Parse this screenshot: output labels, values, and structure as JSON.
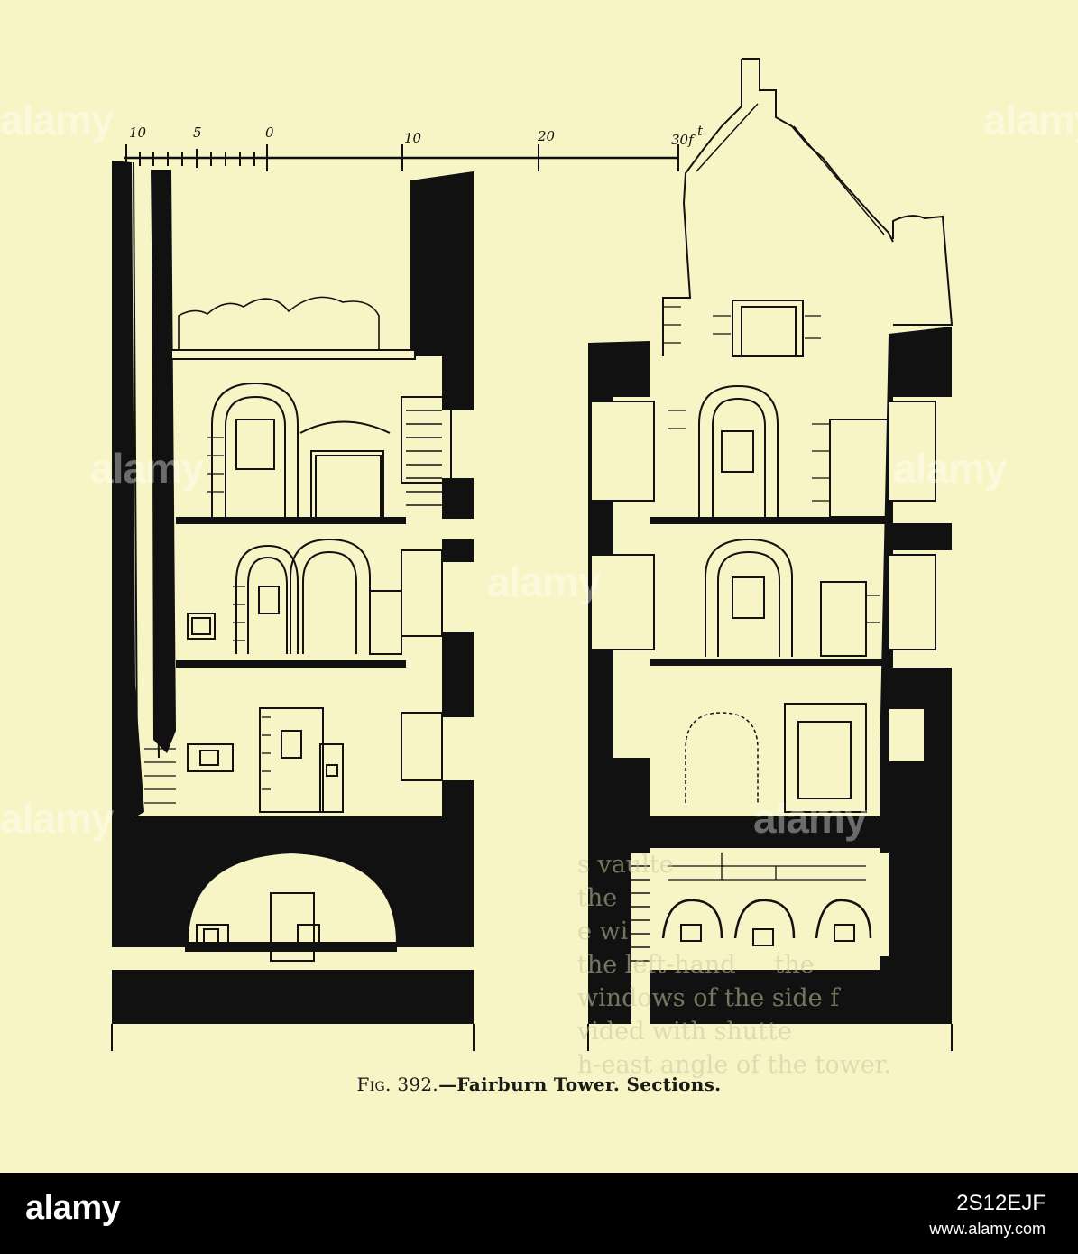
{
  "caption": {
    "figure": "Fig. 392.",
    "title": "—Fairburn Tower.  Sections."
  },
  "scale_bar": {
    "labels": [
      "10",
      "5",
      "0",
      "10",
      "20",
      "30f"
    ],
    "unit_superscript": "t"
  },
  "bleed_through_text": [
    "",
    "s vaulte",
    "the",
    "e wi",
    "the left-hand     the",
    "windows of the side f",
    "vided with shutte",
    "h-east angle of the tower."
  ],
  "footer": {
    "logo": "alamy",
    "image_id": "2S12EJF",
    "url": "www.alamy.com"
  },
  "watermark": "alamy",
  "colors": {
    "paper": "#f7f5c5",
    "ink": "#111111",
    "footer": "#000000"
  }
}
